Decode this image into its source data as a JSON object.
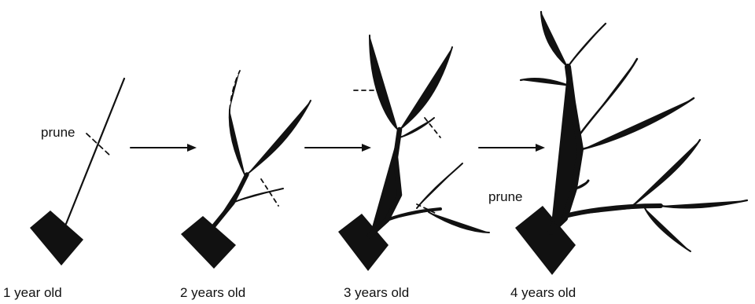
{
  "stages": [
    {
      "label": "1 year old"
    },
    {
      "label": "2 years old"
    },
    {
      "label": "3 years old"
    },
    {
      "label": "4 years old"
    }
  ],
  "annotations": {
    "prune_first": "prune",
    "prune_last": "prune"
  },
  "colors": {
    "ink": "#111111",
    "background": "#ffffff"
  }
}
